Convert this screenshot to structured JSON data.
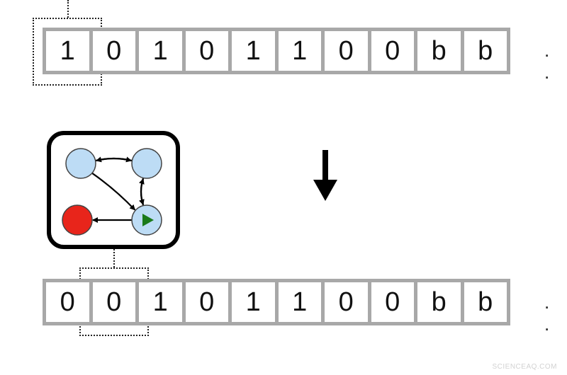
{
  "tape_before": {
    "cells": [
      "1",
      "0",
      "1",
      "0",
      "1",
      "1",
      "0",
      "0",
      "b",
      "b"
    ],
    "continuation": ". ."
  },
  "tape_after": {
    "cells": [
      "0",
      "0",
      "1",
      "0",
      "1",
      "1",
      "0",
      "0",
      "b",
      "b"
    ],
    "continuation": ". ."
  },
  "transition_arrow": {
    "direction": "down",
    "color": "#000000"
  },
  "state_machine": {
    "states": [
      {
        "id": "q0",
        "color": "#bddcf5",
        "marker": ""
      },
      {
        "id": "q1",
        "color": "#bddcf5",
        "marker": ""
      },
      {
        "id": "q2",
        "color": "#e8251b",
        "marker": ""
      },
      {
        "id": "q3",
        "color": "#bddcf5",
        "marker": "play-icon",
        "marker_color": "#1a7a1a"
      }
    ],
    "transitions": [
      {
        "from": "q0",
        "to": "q1"
      },
      {
        "from": "q1",
        "to": "q0"
      },
      {
        "from": "q1",
        "to": "q3"
      },
      {
        "from": "q3",
        "to": "q1"
      },
      {
        "from": "q0",
        "to": "q3"
      },
      {
        "from": "q3",
        "to": "q2"
      }
    ]
  },
  "watermark": "SCIENCEAQ.COM"
}
